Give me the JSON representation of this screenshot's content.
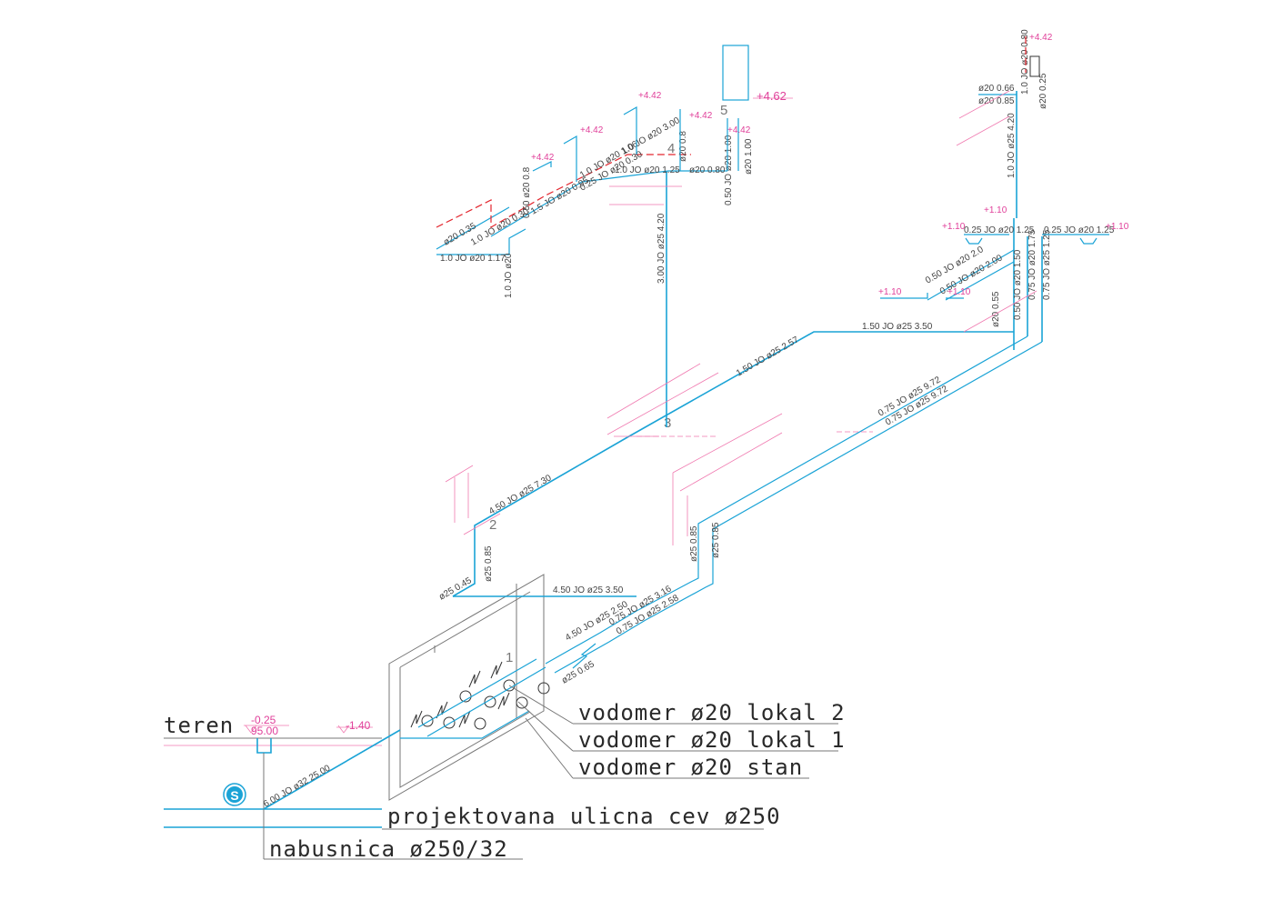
{
  "labels": {
    "teren": "teren",
    "elev_top": "-0.25",
    "elev_bottom": "95.00",
    "elev_meter_shaft": "-1.40",
    "street_pipe": "projektovana ulicna cev ø250",
    "tapping": "nabusnica ø250/32",
    "meter_lokal2": "vodomer ø20 lokal 2",
    "meter_lokal1": "vodomer ø20 lokal 1",
    "meter_stan": "vodomer ø20 stan",
    "source_symbol": "S"
  },
  "nodes": [
    "1",
    "2",
    "3",
    "4",
    "5"
  ],
  "elevations": {
    "e462": "+4.62",
    "e442": "+4.42",
    "e110": "+1.10"
  },
  "segments": {
    "s_main": "6.00 JO ø32 25.00",
    "s_450_350": "4.50 JO ø25 3.50",
    "s_450_250": "4.50 JO ø25 2.50",
    "s_075_316": "0.75 JO ø25 3.16",
    "s_075_258": "0.75 JO ø25 2.58",
    "s_025_065": "ø25 0.65",
    "s_025_045": "ø25 0.45",
    "s_025_085": "ø25 0.85",
    "s_450_730": "4.50 JO ø25 7.30",
    "s_150_257": "1.50 JO ø25 2.57",
    "s_150_350": "1.50 JO ø25 3.50",
    "s_075_972a": "0.75 JO ø25 9.72",
    "s_075_972b": "0.75 JO ø25 9.72",
    "s_300_420": "3.00 JO ø25 4.20",
    "s_10_420": "1.0 JO ø25 4.20",
    "s_075_175": "0.75 JO ø20 1.75",
    "s_075_125": "0.75 JO ø25 1.25",
    "s_050_150": "0.50 JO ø20 1.50",
    "s_020_055": "ø20 0.55",
    "s_050_20": "0.50 JO ø20 2.0",
    "s_050_200": "0.50 JO ø20 2.00",
    "s_025_125a": "0.25 JO ø20 1.25",
    "s_025_125b": "0.25 JO ø20 1.25",
    "s_020_066": "ø20 0.66",
    "s_020_085": "ø20 0.85",
    "s_010_080": "1.0 JO ø20 0.80",
    "s_020_025": "ø20 0.25",
    "s_10_117": "1.0 JO ø20 1.17",
    "s_020_035": "ø20 0.35",
    "s_10_020": "1.0 JO ø20",
    "s_10_030": "1.0 JO ø20 0.30",
    "s_050_080": "0.50 ø20 0.8",
    "s_15_095": "1.5 JO ø20 0.95",
    "s_025_030": "0.25 JO ø20 0.30",
    "s_10_106": "1.0 JO ø20 1.06",
    "s_10_300": "1.0 JO ø20 3.00",
    "s_10_125": "1.0 JO ø20 1.25",
    "s_020_080a": "ø20 0.80",
    "s_020_08": "ø20 0.8",
    "s_050_120": "0.50 JO ø20 1.00",
    "s_020_100": "ø20 1.00",
    "s_020_0_8": "0.50 ø20 0.8"
  }
}
